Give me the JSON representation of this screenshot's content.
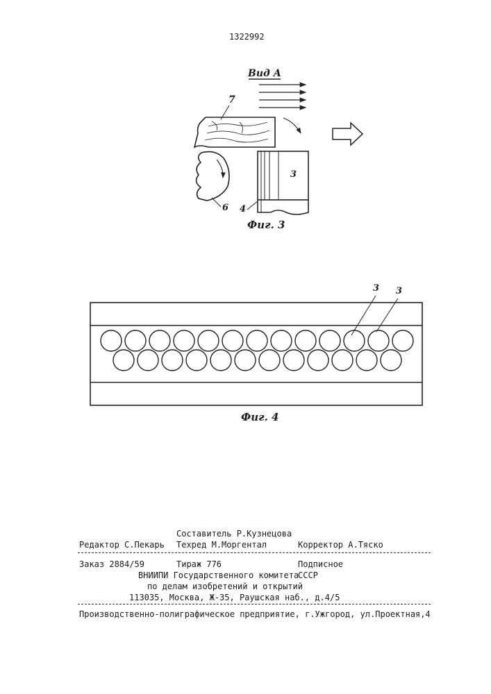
{
  "header": {
    "patent_number": "1322992"
  },
  "figure3": {
    "view_label": "Вид А",
    "caption": "Фиг. 3",
    "labels": {
      "part7": "7",
      "part3": "3",
      "part6": "6",
      "part4": "4"
    }
  },
  "figure4": {
    "caption": "Фиг. 4",
    "labels": {
      "left3": "3",
      "right3": "3"
    }
  },
  "imprint": {
    "compiler": "Составитель Р.Кузнецова",
    "editor": "Редактор С.Пекарь",
    "techred": "Техред М.Моргентал",
    "corrector": "Корректор  А.Тяско",
    "order": "Заказ 2884/59",
    "circulation": "Тираж 776",
    "subscription": "Подписное",
    "org_line1": "ВНИИПИ Государственного комитета",
    "org_line1_suffix": "СССР",
    "org_line2": "по делам изобретений и открытий",
    "org_line3": "113035, Москва, Ж-35, Раушская наб., д.4/5",
    "printer": "Производственно-полиграфическое предприятие, г.Ужгород, ул.Проектная,4"
  }
}
